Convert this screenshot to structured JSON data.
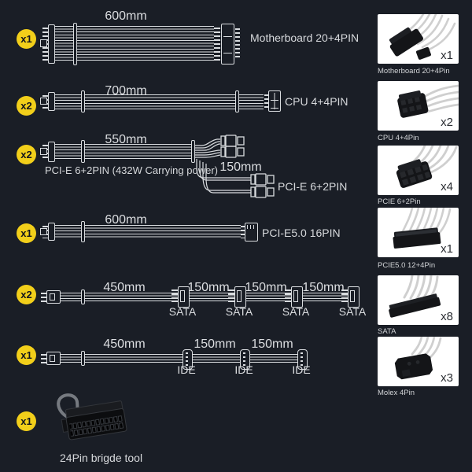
{
  "colors": {
    "background": "#1a1e26",
    "badge_yellow": "#f2cf1a",
    "line": "#d9dcdf",
    "text_light": "#dadce0",
    "card_background": "#ffffff",
    "count_text": "#2b2e33"
  },
  "rows": {
    "row1": {
      "qty": "x1",
      "length": "600mm",
      "label": "Motherboard 20+4PIN"
    },
    "row2": {
      "qty": "x2",
      "length": "700mm",
      "label": "CPU 4+4PIN"
    },
    "row3": {
      "qty": "x2",
      "length_main": "550mm",
      "label_main": "PCI-E 6+2PIN (432W Carrying power)",
      "length_branch": "150mm",
      "label_branch": "PCI-E 6+2PIN"
    },
    "row4": {
      "qty": "x1",
      "length": "600mm",
      "label": "PCI-E5.0 16PIN"
    },
    "row5": {
      "qty": "x2",
      "lengths": [
        "450mm",
        "150mm",
        "150mm",
        "150mm"
      ],
      "connectors": [
        "SATA",
        "SATA",
        "SATA",
        "SATA"
      ]
    },
    "row6": {
      "qty": "x1",
      "lengths": [
        "450mm",
        "150mm",
        "150mm"
      ],
      "connectors": [
        "IDE",
        "IDE",
        "IDE"
      ]
    },
    "row7": {
      "qty": "x1",
      "label": "24Pin brigde tool"
    }
  },
  "sidebar": {
    "cards": [
      {
        "label": "Motherboard 20+4Pin",
        "count": "x1"
      },
      {
        "label": "CPU 4+4Pin",
        "count": "x2"
      },
      {
        "label": "PCIE 6+2Pin",
        "count": "x4"
      },
      {
        "label": "PCIE5.0 12+4Pin",
        "count": "x1"
      },
      {
        "label": "SATA",
        "count": "x8"
      },
      {
        "label": "Molex 4Pin",
        "count": "x3"
      }
    ]
  }
}
